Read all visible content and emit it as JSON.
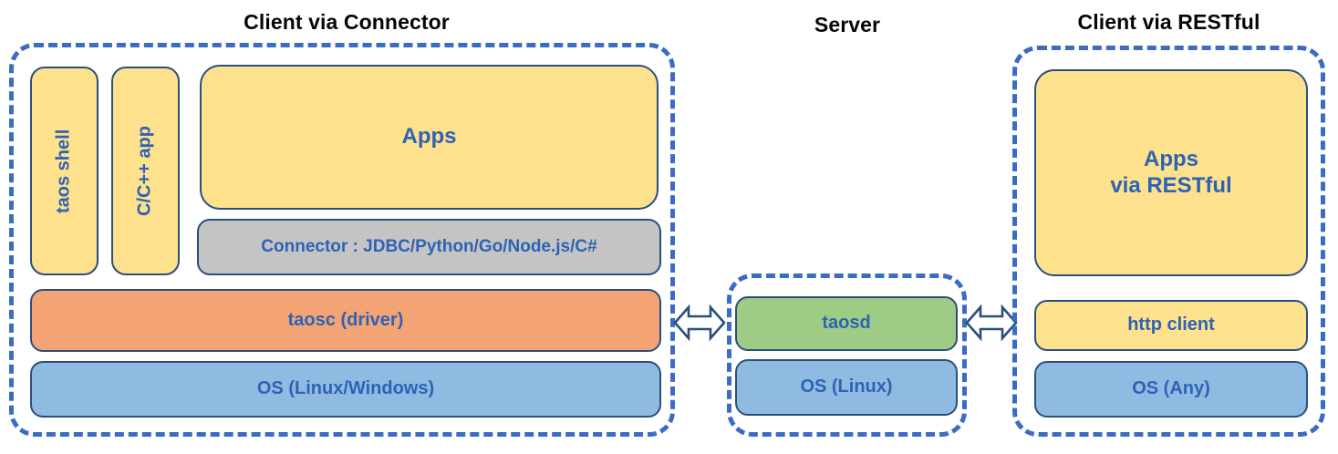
{
  "diagram": {
    "title_client_connector": "Client via Connector",
    "title_server": "Server",
    "title_client_restful": "Client via RESTful",
    "colors": {
      "dashed_border": "#3b6bc4",
      "box_border": "#2b4f7d",
      "text_blue": "#2e62b5",
      "title_black": "#050505",
      "yellow": "#fde18d",
      "orange": "#f4a474",
      "blue": "#8fbbe2",
      "green": "#9ecc84",
      "gray": "#c4c4c4",
      "background": "#ffffff"
    }
  },
  "client_connector": {
    "taos_shell": "taos shell",
    "c_cpp_app": "C/C++ app",
    "apps": "Apps",
    "connector": "Connector : JDBC/Python/Go/Node.js/C#",
    "taosc": "taosc (driver)",
    "os": "OS (Linux/Windows)"
  },
  "server": {
    "taosd": "taosd",
    "os": "OS (Linux)"
  },
  "client_restful": {
    "apps_line1": "Apps",
    "apps_line2": "via RESTful",
    "http_client": "http client",
    "os": "OS (Any)"
  },
  "arrows": {
    "left_arrow_label": "bidirectional-arrow",
    "right_arrow_label": "bidirectional-arrow"
  }
}
